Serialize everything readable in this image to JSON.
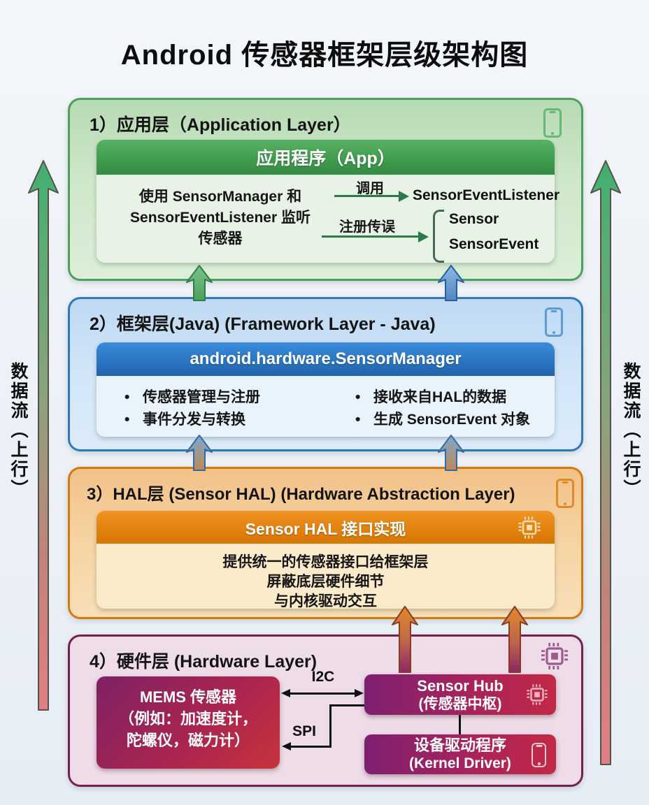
{
  "title": "Android 传感器框架层级架构图",
  "flow": {
    "left_label": "数据流（上行）",
    "right_label": "数据流（上行）"
  },
  "bullet_char": "•",
  "app_layer": {
    "heading": "1）应用层（Application Layer）",
    "bar": "应用程序（App）",
    "desc_lines": [
      "使用 SensorManager 和",
      "SensorEventListener 监听",
      "传感器"
    ],
    "call_label": "调用",
    "call_target": "SensorEventListener",
    "register_label": "注册传误",
    "register_targets": [
      "Sensor",
      "SensorEvent"
    ]
  },
  "framework_layer": {
    "heading": "2）框架层(Java)  (Framework Layer - Java)",
    "bar": "android.hardware.SensorManager",
    "bullets_left": [
      "传感器管理与注册",
      "事件分发与转换"
    ],
    "bullets_right": [
      "接收来自HAL的数据",
      "生成 SensorEvent 对象"
    ]
  },
  "hal_layer": {
    "heading": "3）HAL层 (Sensor HAL)  (Hardware Abstraction Layer)",
    "bar": "Sensor HAL 接口实现",
    "desc_lines": [
      "提供统一的传感器接口给框架层",
      "屏蔽底层硬件细节",
      "与内核驱动交互"
    ]
  },
  "hardware_layer": {
    "heading": "4）硬件层 (Hardware Layer)",
    "mems_lines": [
      "MEMS 传感器",
      "（例如：加速度计，",
      "陀螺仪，磁力计）"
    ],
    "sensor_hub_lines": [
      "Sensor Hub",
      "(传感器中枢)"
    ],
    "kernel_lines": [
      "设备驱动程序",
      "(Kernel Driver)"
    ],
    "bus_i2c": "I2C",
    "bus_spi": "SPI"
  },
  "colors": {
    "app_green": "#3f9d4e",
    "framework_blue": "#2a76c4",
    "hal_orange": "#e2820f",
    "hardware_maroon": "#8c2158",
    "flow_arrow_top_green": "#41b070",
    "flow_arrow_bottom_red": "#e07f86"
  }
}
